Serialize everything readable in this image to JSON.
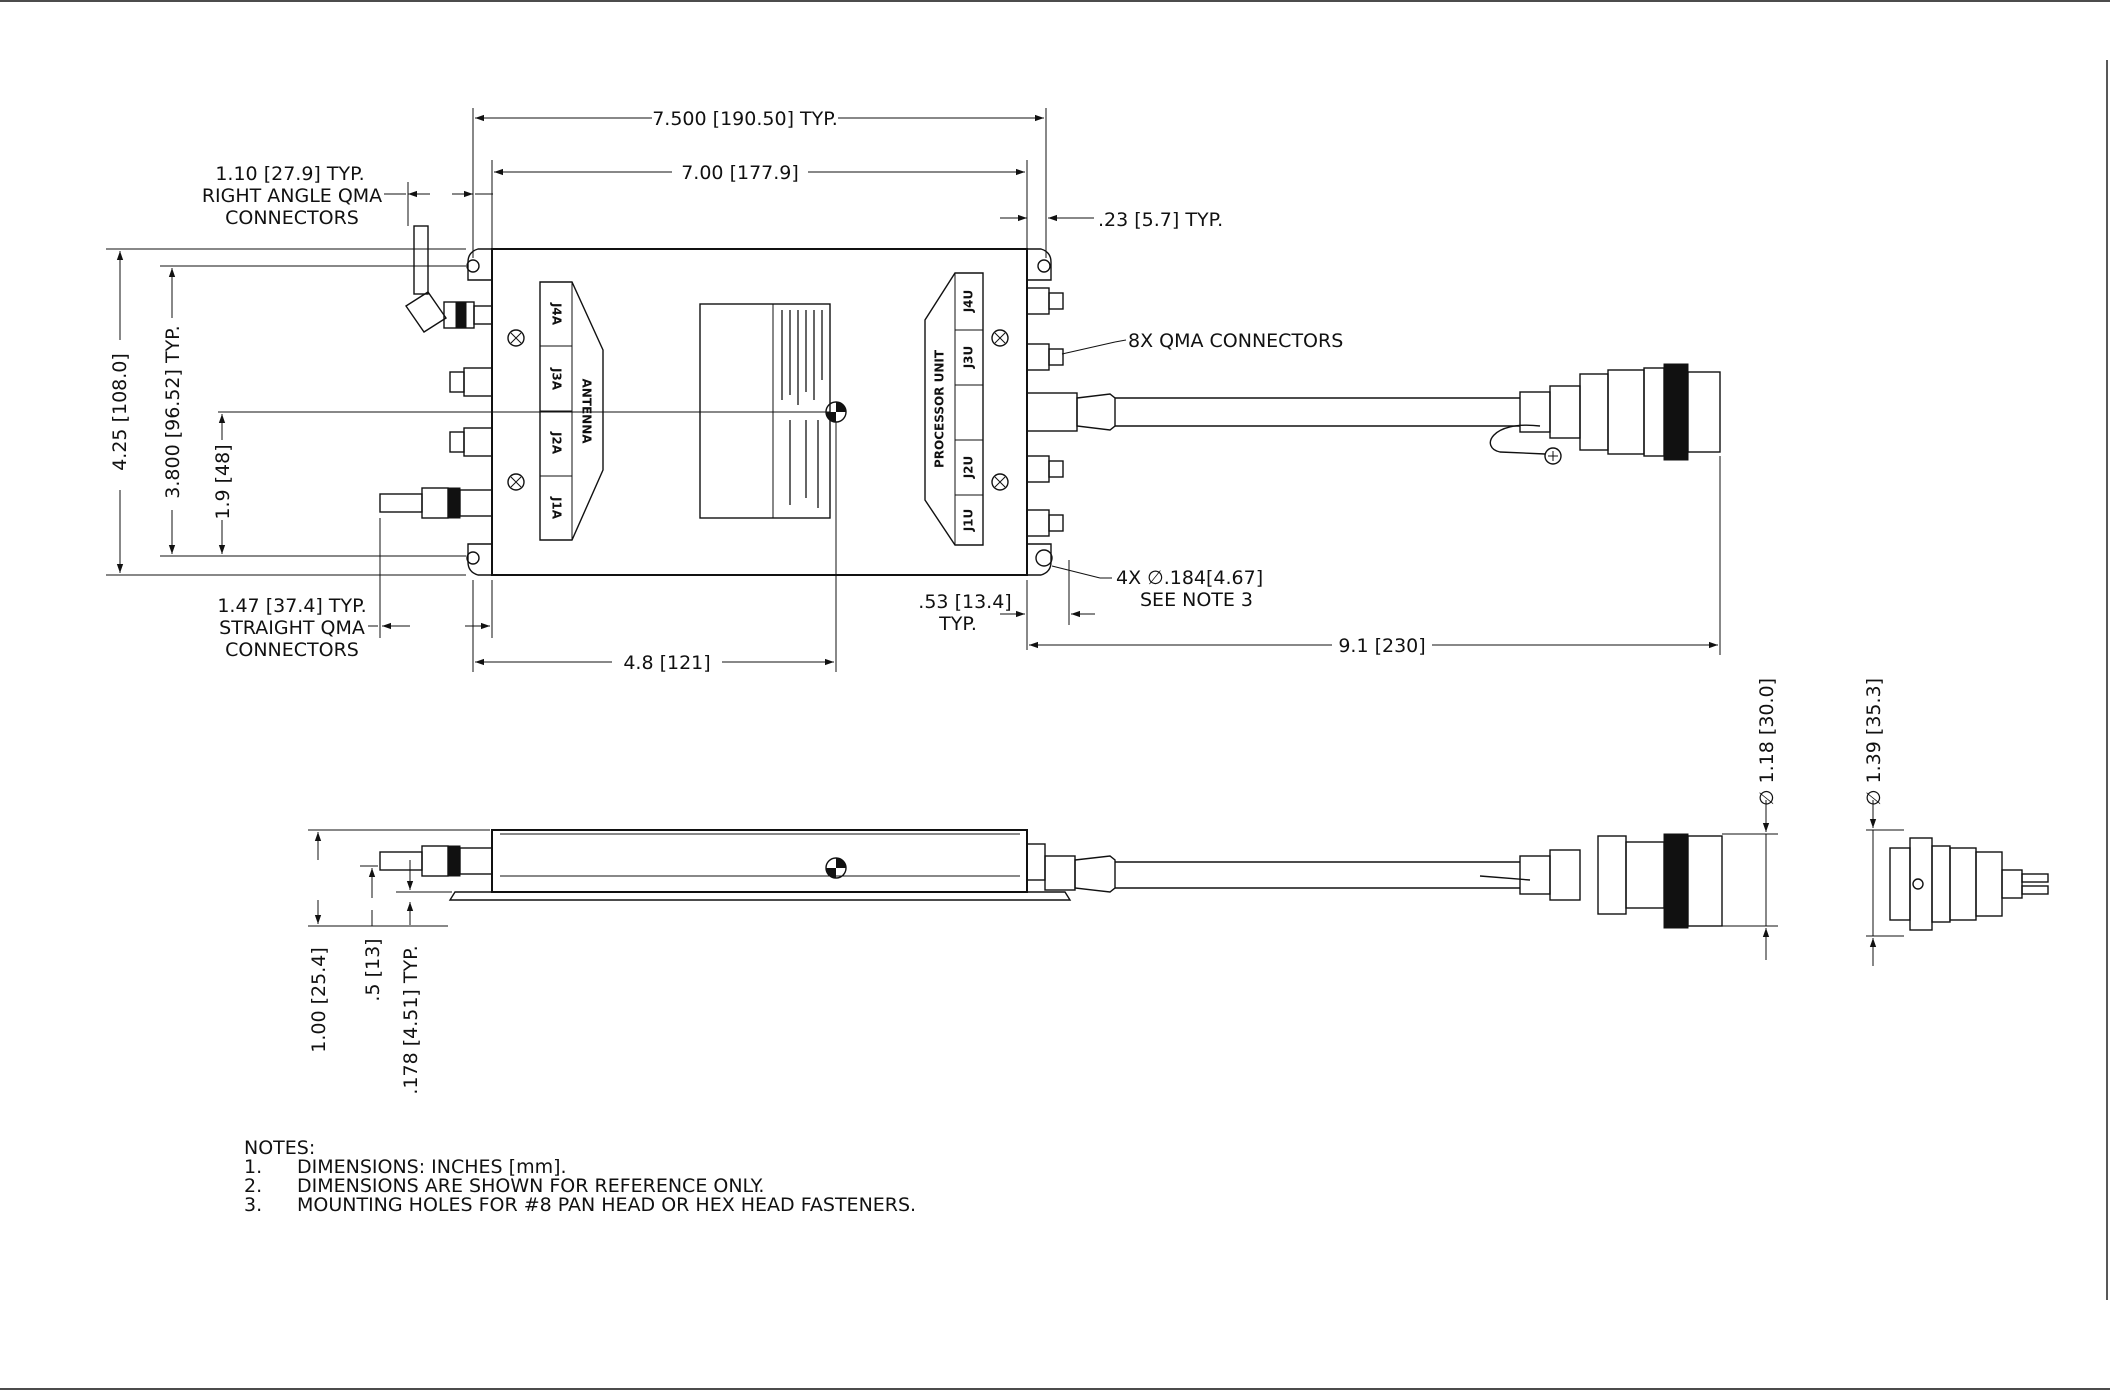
{
  "dimensions": {
    "overall_length": "7.500",
    "overall_length_mm": "[190.50]",
    "overall_length_suffix": "TYP.",
    "body_length": "7.00",
    "body_length_mm": "[177.9]",
    "flange": ".23",
    "flange_mm": "[5.7]",
    "flange_suffix": "TYP.",
    "right_angle_dim": "1.10",
    "right_angle_mm": "[27.9]",
    "right_angle_suffix": "TYP.",
    "right_angle_l2": "RIGHT ANGLE QMA",
    "right_angle_l3": "CONNECTORS",
    "straight_dim": "1.47",
    "straight_mm": "[37.4]",
    "straight_suffix": "TYP.",
    "straight_l2": "STRAIGHT QMA",
    "straight_l3": "CONNECTORS",
    "qma_count": "8X QMA CONNECTORS",
    "holes": "4X ∅.184",
    "holes_mm": "[4.67]",
    "holes_note": "SEE NOTE 3",
    "edge": ".53",
    "edge_mm": "[13.4]",
    "edge_suffix": "TYP.",
    "cable": "9.1",
    "cable_mm": "[230]",
    "cg": "4.8",
    "cg_mm": "[121]",
    "height_overall": "4.25 [108.0]",
    "height_holes": "3.800 [96.52] TYP.",
    "height_cg": "1.9 [48]",
    "side_height": "1.00 [25.4]",
    "side_cg": ".5 [13]",
    "side_flange": ".178 [4.51] TYP.",
    "conn_dia_1": "∅ 1.18 [30.0]",
    "conn_dia_2": "∅ 1.39 [35.3]"
  },
  "unit_labels": {
    "antenna": "ANTENNA",
    "processor": "PROCESSOR UNIT",
    "j4a": "J4A",
    "j3a": "J3A",
    "j2a": "J2A",
    "j1a": "J1A",
    "j4u": "J4U",
    "j3u": "J3U",
    "j2u": "J2U",
    "j1u": "J1U"
  },
  "notes": {
    "title": "NOTES:",
    "items": [
      {
        "num": "1.",
        "text": "DIMENSIONS: INCHES [mm]."
      },
      {
        "num": "2.",
        "text": "DIMENSIONS ARE SHOWN FOR REFERENCE ONLY."
      },
      {
        "num": "3.",
        "text": "MOUNTING HOLES FOR #8 PAN HEAD OR HEX HEAD FASTENERS."
      }
    ]
  }
}
